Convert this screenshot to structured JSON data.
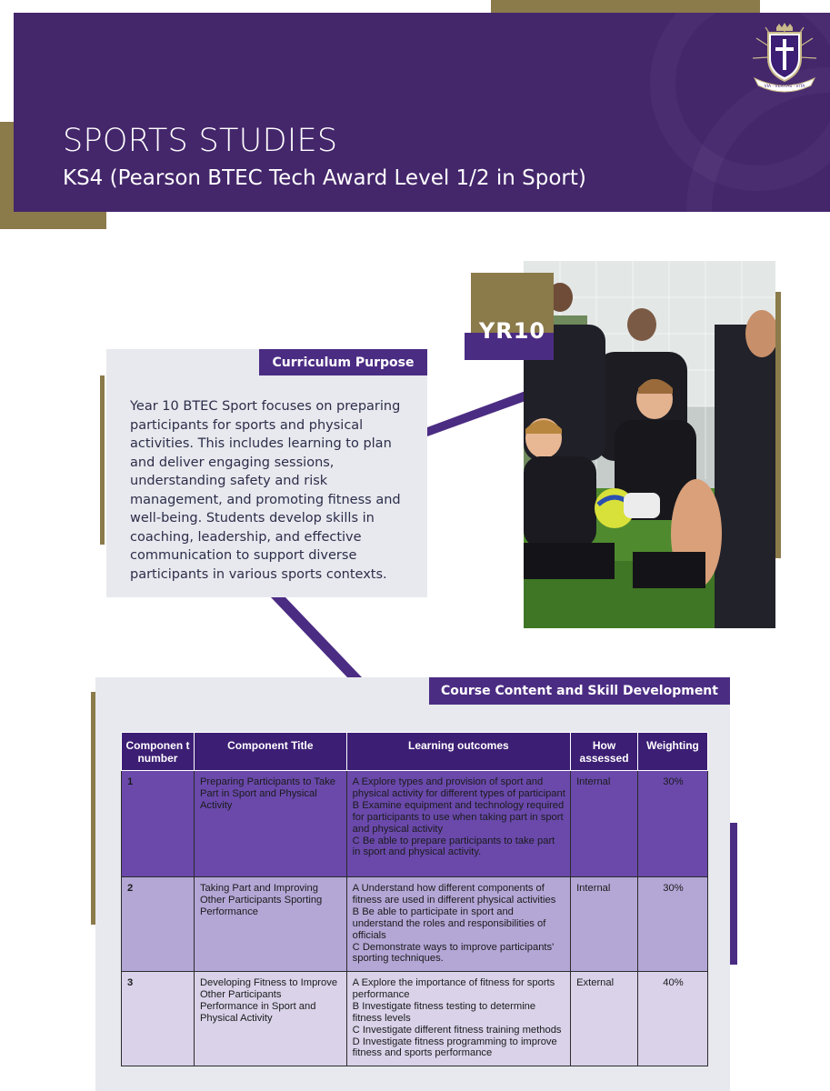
{
  "header": {
    "title": "SPORTS STUDIES",
    "subtitle": "KS4 (Pearson BTEC Tech Award Level 1/2 in Sport)",
    "crest_text": "VIA · VERITAS · VITA"
  },
  "year_badge": "YR10",
  "purpose": {
    "label": "Curriculum Purpose",
    "text": "Year 10 BTEC Sport focuses on preparing participants for sports and physical activities. This includes learning to plan and deliver engaging sessions, understanding safety and risk management, and promoting fitness and well-being. Students develop skills in coaching, leadership, and effective communication to support diverse participants in various sports contexts."
  },
  "course": {
    "label": "Course Content and Skill Development",
    "headers": [
      "Componen t number",
      "Component Title",
      "Learning outcomes",
      "How assessed",
      "Weighting"
    ],
    "rows": [
      {
        "number": "1",
        "title": "Preparing Participants to Take Part in Sport and Physical Activity",
        "outcomes": [
          "A Explore types and provision of sport and physical activity for different types of participant",
          "B Examine equipment and technology required for participants to use when taking part in sport and physical activity",
          "C Be able to prepare participants to take part in sport and physical activity."
        ],
        "assessed": "Internal",
        "weighting": "30%"
      },
      {
        "number": "2",
        "title": "Taking Part and Improving Other Participants Sporting Performance",
        "outcomes": [
          "A Understand how different components of fitness are used in different physical activities",
          "B Be able to participate in sport and understand the roles and responsibilities of officials",
          "C Demonstrate ways to improve participants' sporting techniques."
        ],
        "assessed": "Internal",
        "weighting": "30%"
      },
      {
        "number": "3",
        "title": "Developing Fitness to Improve Other Participants Performance in Sport and Physical Activity",
        "outcomes": [
          "A Explore the importance of fitness for sports performance",
          "B Investigate fitness testing to determine fitness levels",
          "C Investigate different fitness training methods",
          "D  Investigate fitness programming to improve fitness and sports performance"
        ],
        "assessed": "External",
        "weighting": "40%"
      }
    ]
  },
  "colors": {
    "purple": "#44266b",
    "accent_purple": "#4b2c83",
    "gold": "#8b7a4a",
    "panel": "#e7e9ee"
  }
}
